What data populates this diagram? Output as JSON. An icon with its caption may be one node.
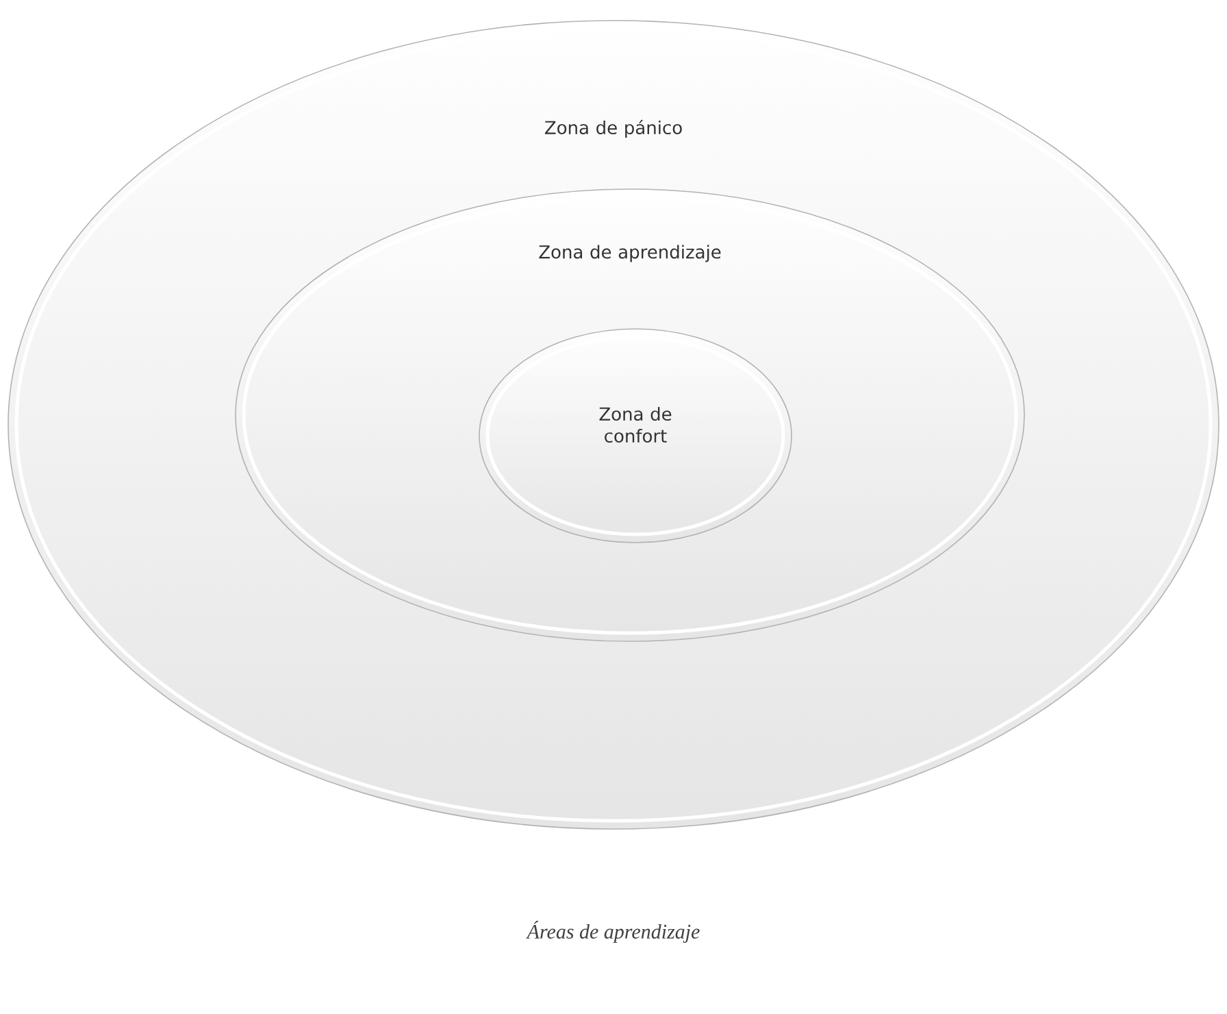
{
  "diagram": {
    "caption": "Áreas de aprendizaje",
    "nodes": [
      {
        "text": [
          "Zona de pánico"
        ]
      },
      {
        "text": [
          "Zona de aprendizaje"
        ],
        "in": 0
      },
      {
        "text": [
          "Zona de confort"
        ],
        "in": 1
      }
    ]
  }
}
